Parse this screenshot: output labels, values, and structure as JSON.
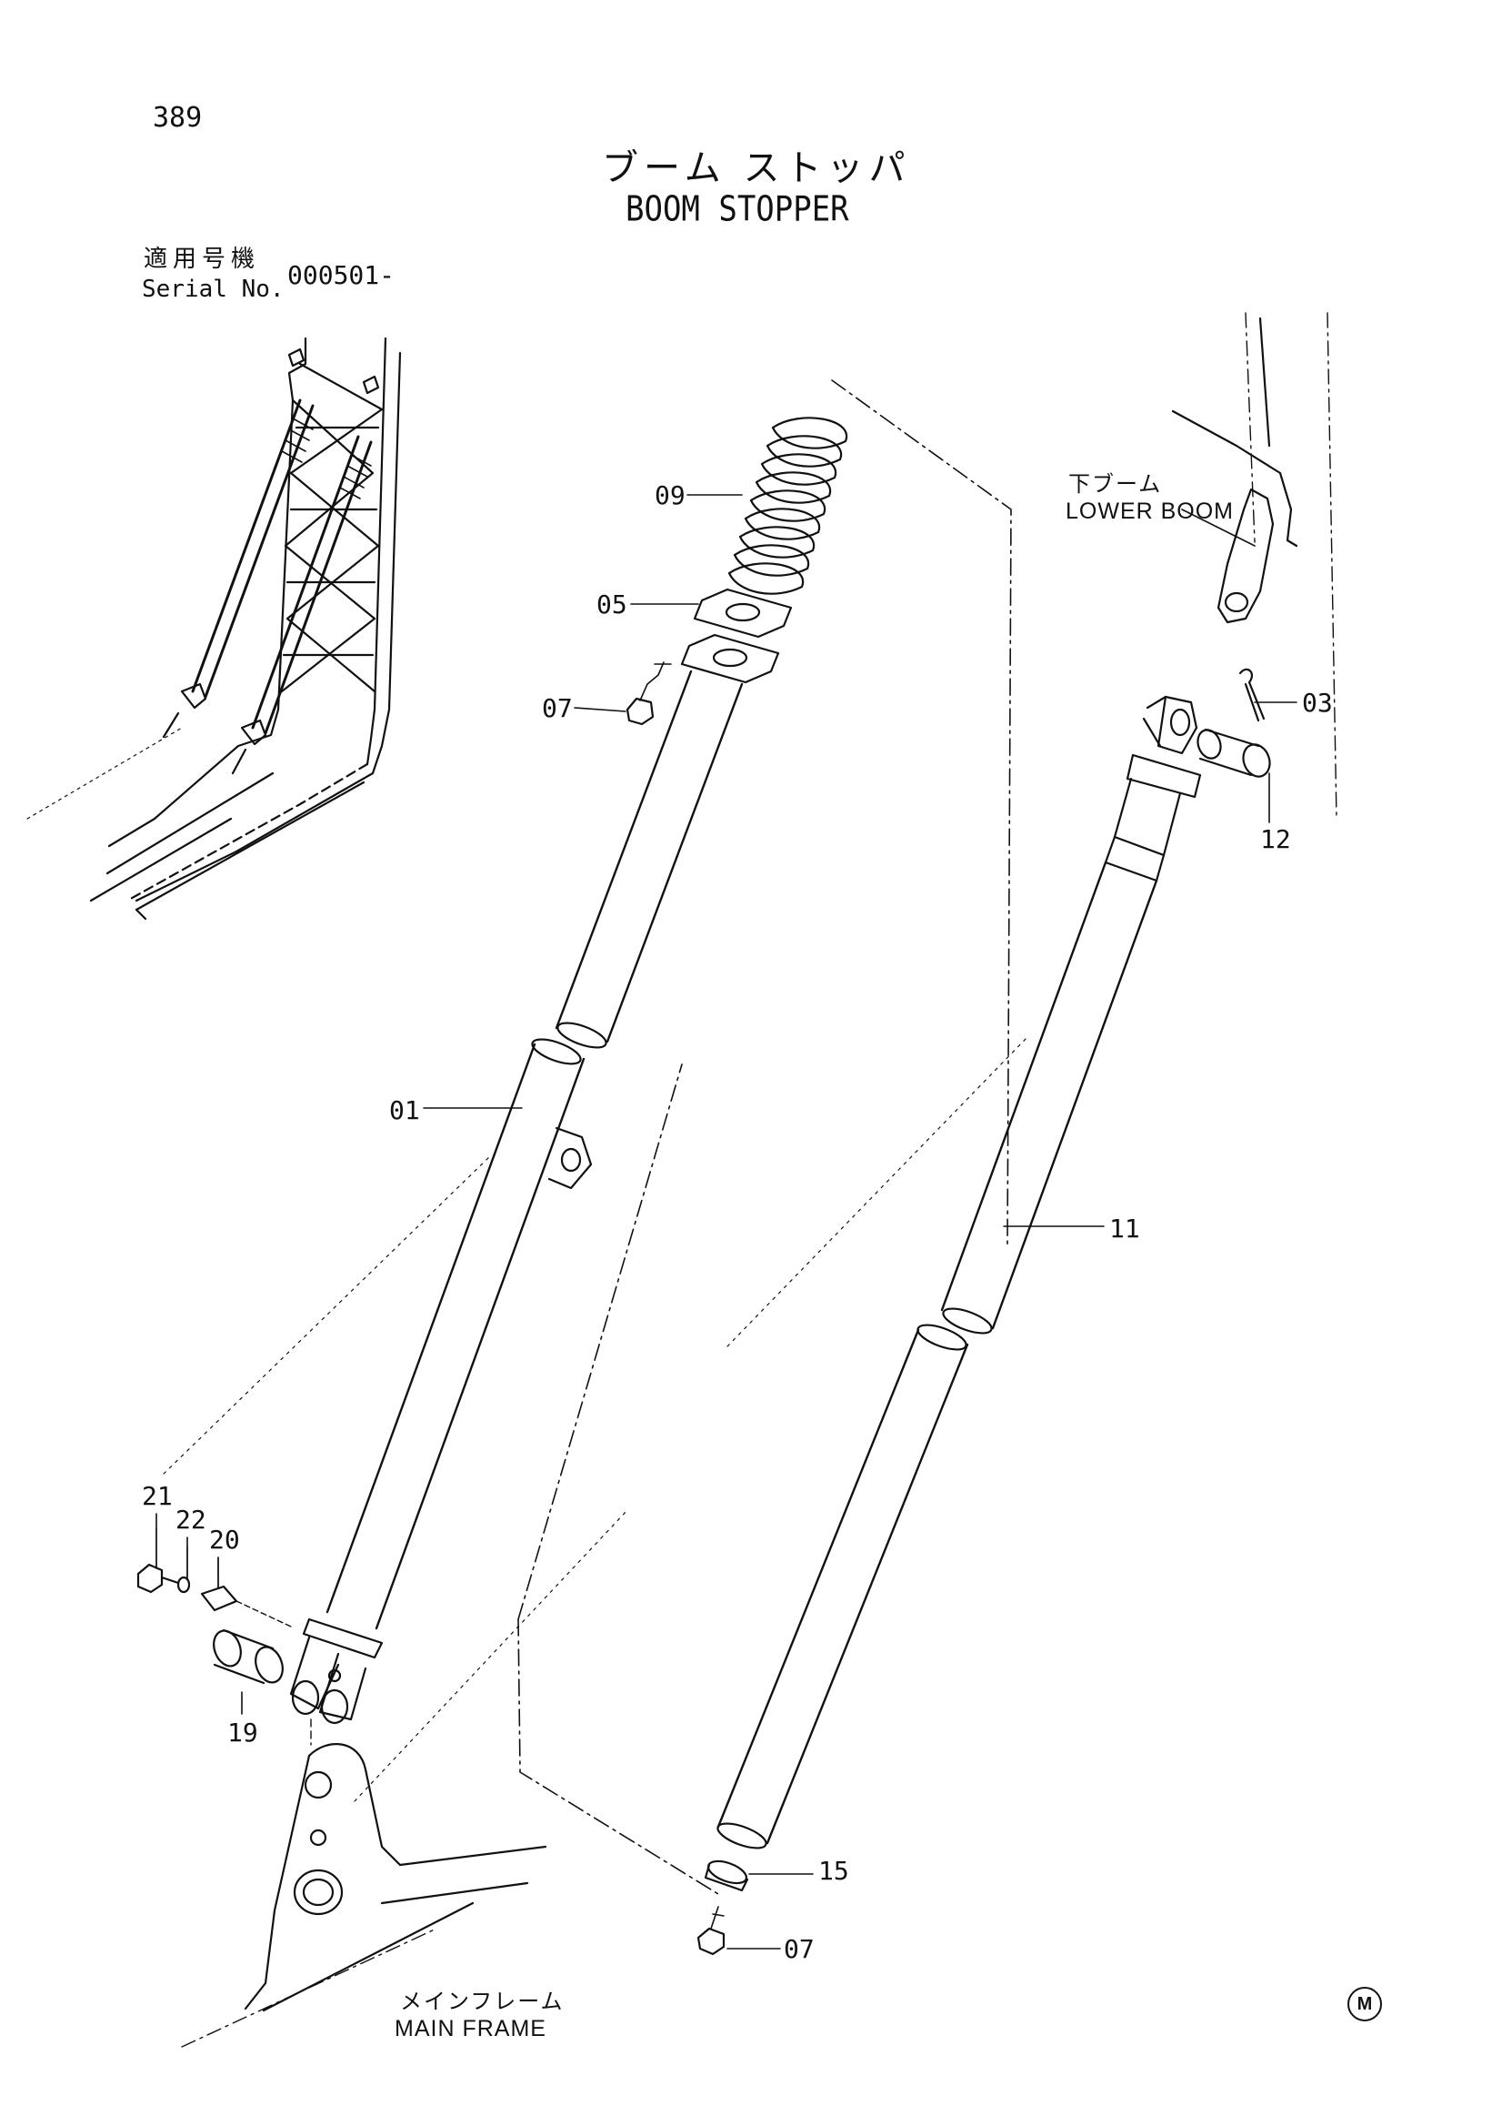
{
  "page": {
    "number": "389"
  },
  "title": {
    "japanese": "ブーム ストッパ",
    "english": "BOOM STOPPER"
  },
  "serial": {
    "label_jp": "適用号機",
    "label_en": "Serial No.",
    "value": "000501-"
  },
  "references": {
    "lower_boom_jp": "下ブーム",
    "lower_boom_en": "LOWER BOOM",
    "main_frame_jp": "メインフレーム",
    "main_frame_en": "MAIN FRAME"
  },
  "callouts": {
    "c01": "01",
    "c03": "03",
    "c05": "05",
    "c07_top": "07",
    "c07_bottom": "07",
    "c09": "09",
    "c11": "11",
    "c12": "12",
    "c15": "15",
    "c19": "19",
    "c20": "20",
    "c21": "21",
    "c22": "22"
  },
  "footer": {
    "mark": "M"
  },
  "colors": {
    "ink": "#111111",
    "paper": "#ffffff"
  }
}
